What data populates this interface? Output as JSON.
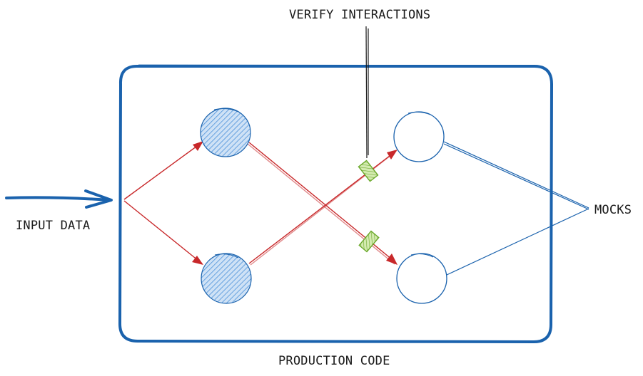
{
  "labels": {
    "verify": "VERIFY INTERACTIONS",
    "input": "INPUT DATA",
    "mocks": "MOCKS",
    "production": "PRODUCTION CODE"
  },
  "colors": {
    "box": "#1a62ad",
    "arrow_red": "#c8282a",
    "hatch_blue": "#3d8ad6",
    "circle_fill": "#bcd7f2",
    "mock_line": "#1a62ad",
    "marker_green": "#6aa82a",
    "marker_fill": "#c6e39a",
    "pointer_line": "#1a1a1a"
  },
  "nodes": [
    {
      "id": "production-node-top",
      "kind": "hatched"
    },
    {
      "id": "production-node-bottom",
      "kind": "hatched"
    },
    {
      "id": "mock-node-top",
      "kind": "empty"
    },
    {
      "id": "mock-node-bottom",
      "kind": "empty"
    }
  ]
}
